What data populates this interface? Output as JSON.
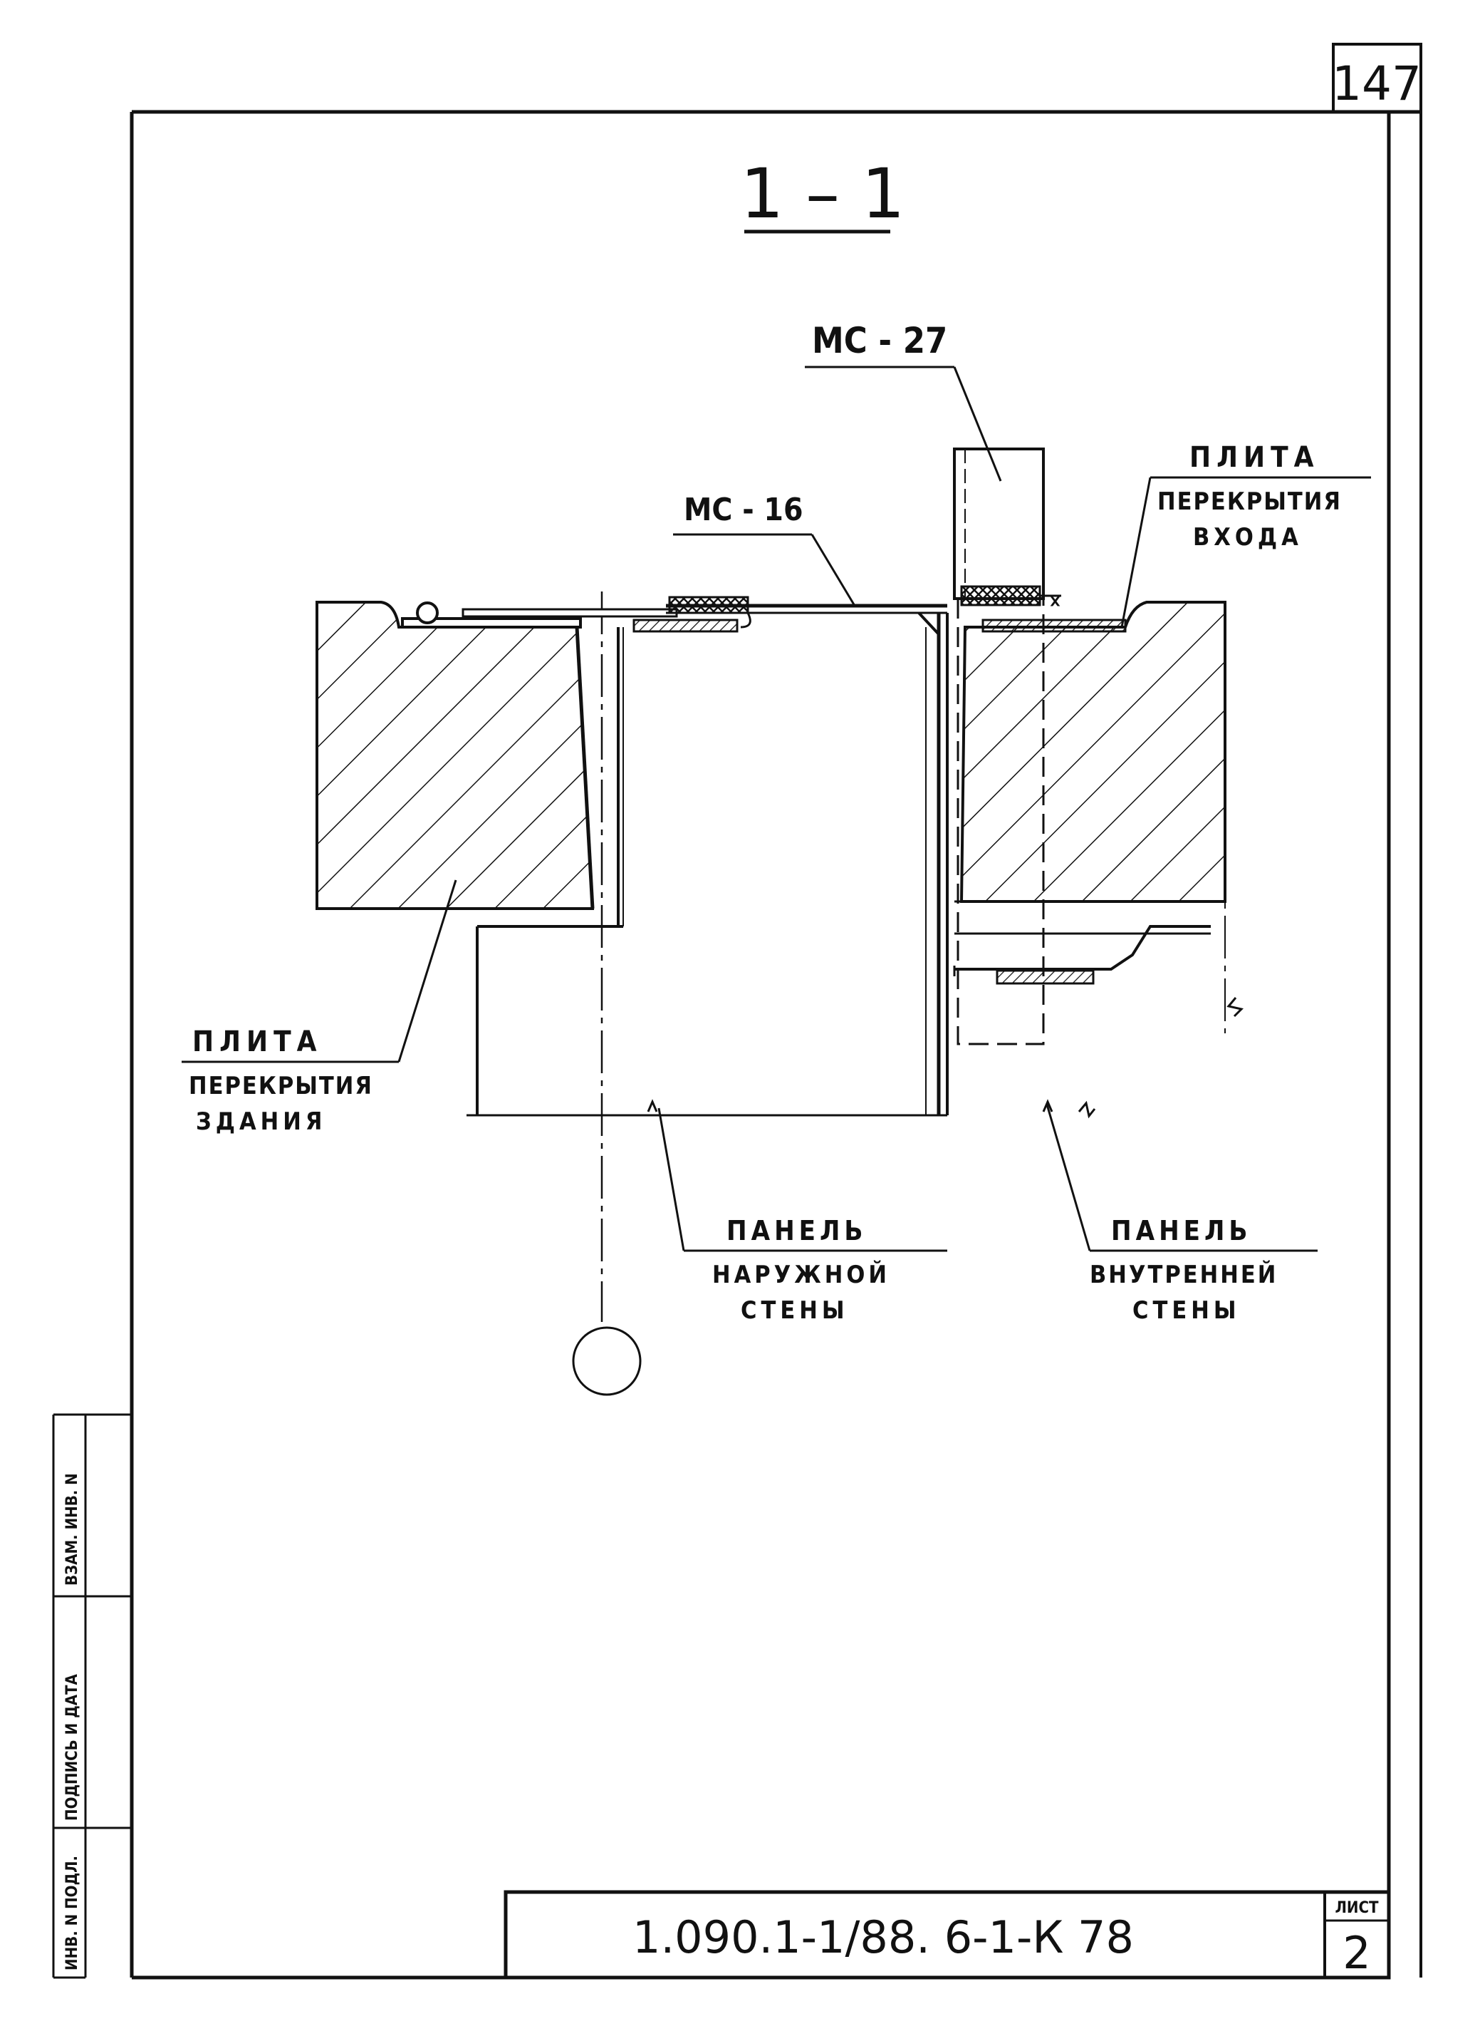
{
  "sheet": {
    "page_number": "147",
    "section_title": "1 – 1",
    "document_code": "1.090.1-1/88. 6-1-К 78",
    "sheet_label": "ЛИСТ",
    "sheet_number": "2"
  },
  "side_stamp": {
    "inv_podl": "ИНВ. N ПОДЛ.",
    "podpis_data": "ПОДПИСЬ И ДАТА",
    "vzam_inv": "ВЗАМ. ИНВ. N"
  },
  "labels": {
    "ms27": "МС - 27",
    "ms16": "МС - 16",
    "plita_vhoda_1": "ПЛИТА",
    "plita_vhoda_2": "ПЕРЕКРЫТИЯ",
    "plita_vhoda_3": "ВХОДА",
    "plita_zdaniya_1": "ПЛИТА",
    "plita_zdaniya_2": "ПЕРЕКРЫТИЯ",
    "plita_zdaniya_3": "ЗДАНИЯ",
    "panel_nar_1": "ПАНЕЛЬ",
    "panel_nar_2": "НАРУЖНОЙ",
    "panel_nar_3": "СТЕНЫ",
    "panel_vn_1": "ПАНЕЛЬ",
    "panel_vn_2": "ВНУТРЕННЕЙ",
    "panel_vn_3": "СТЕНЫ"
  }
}
